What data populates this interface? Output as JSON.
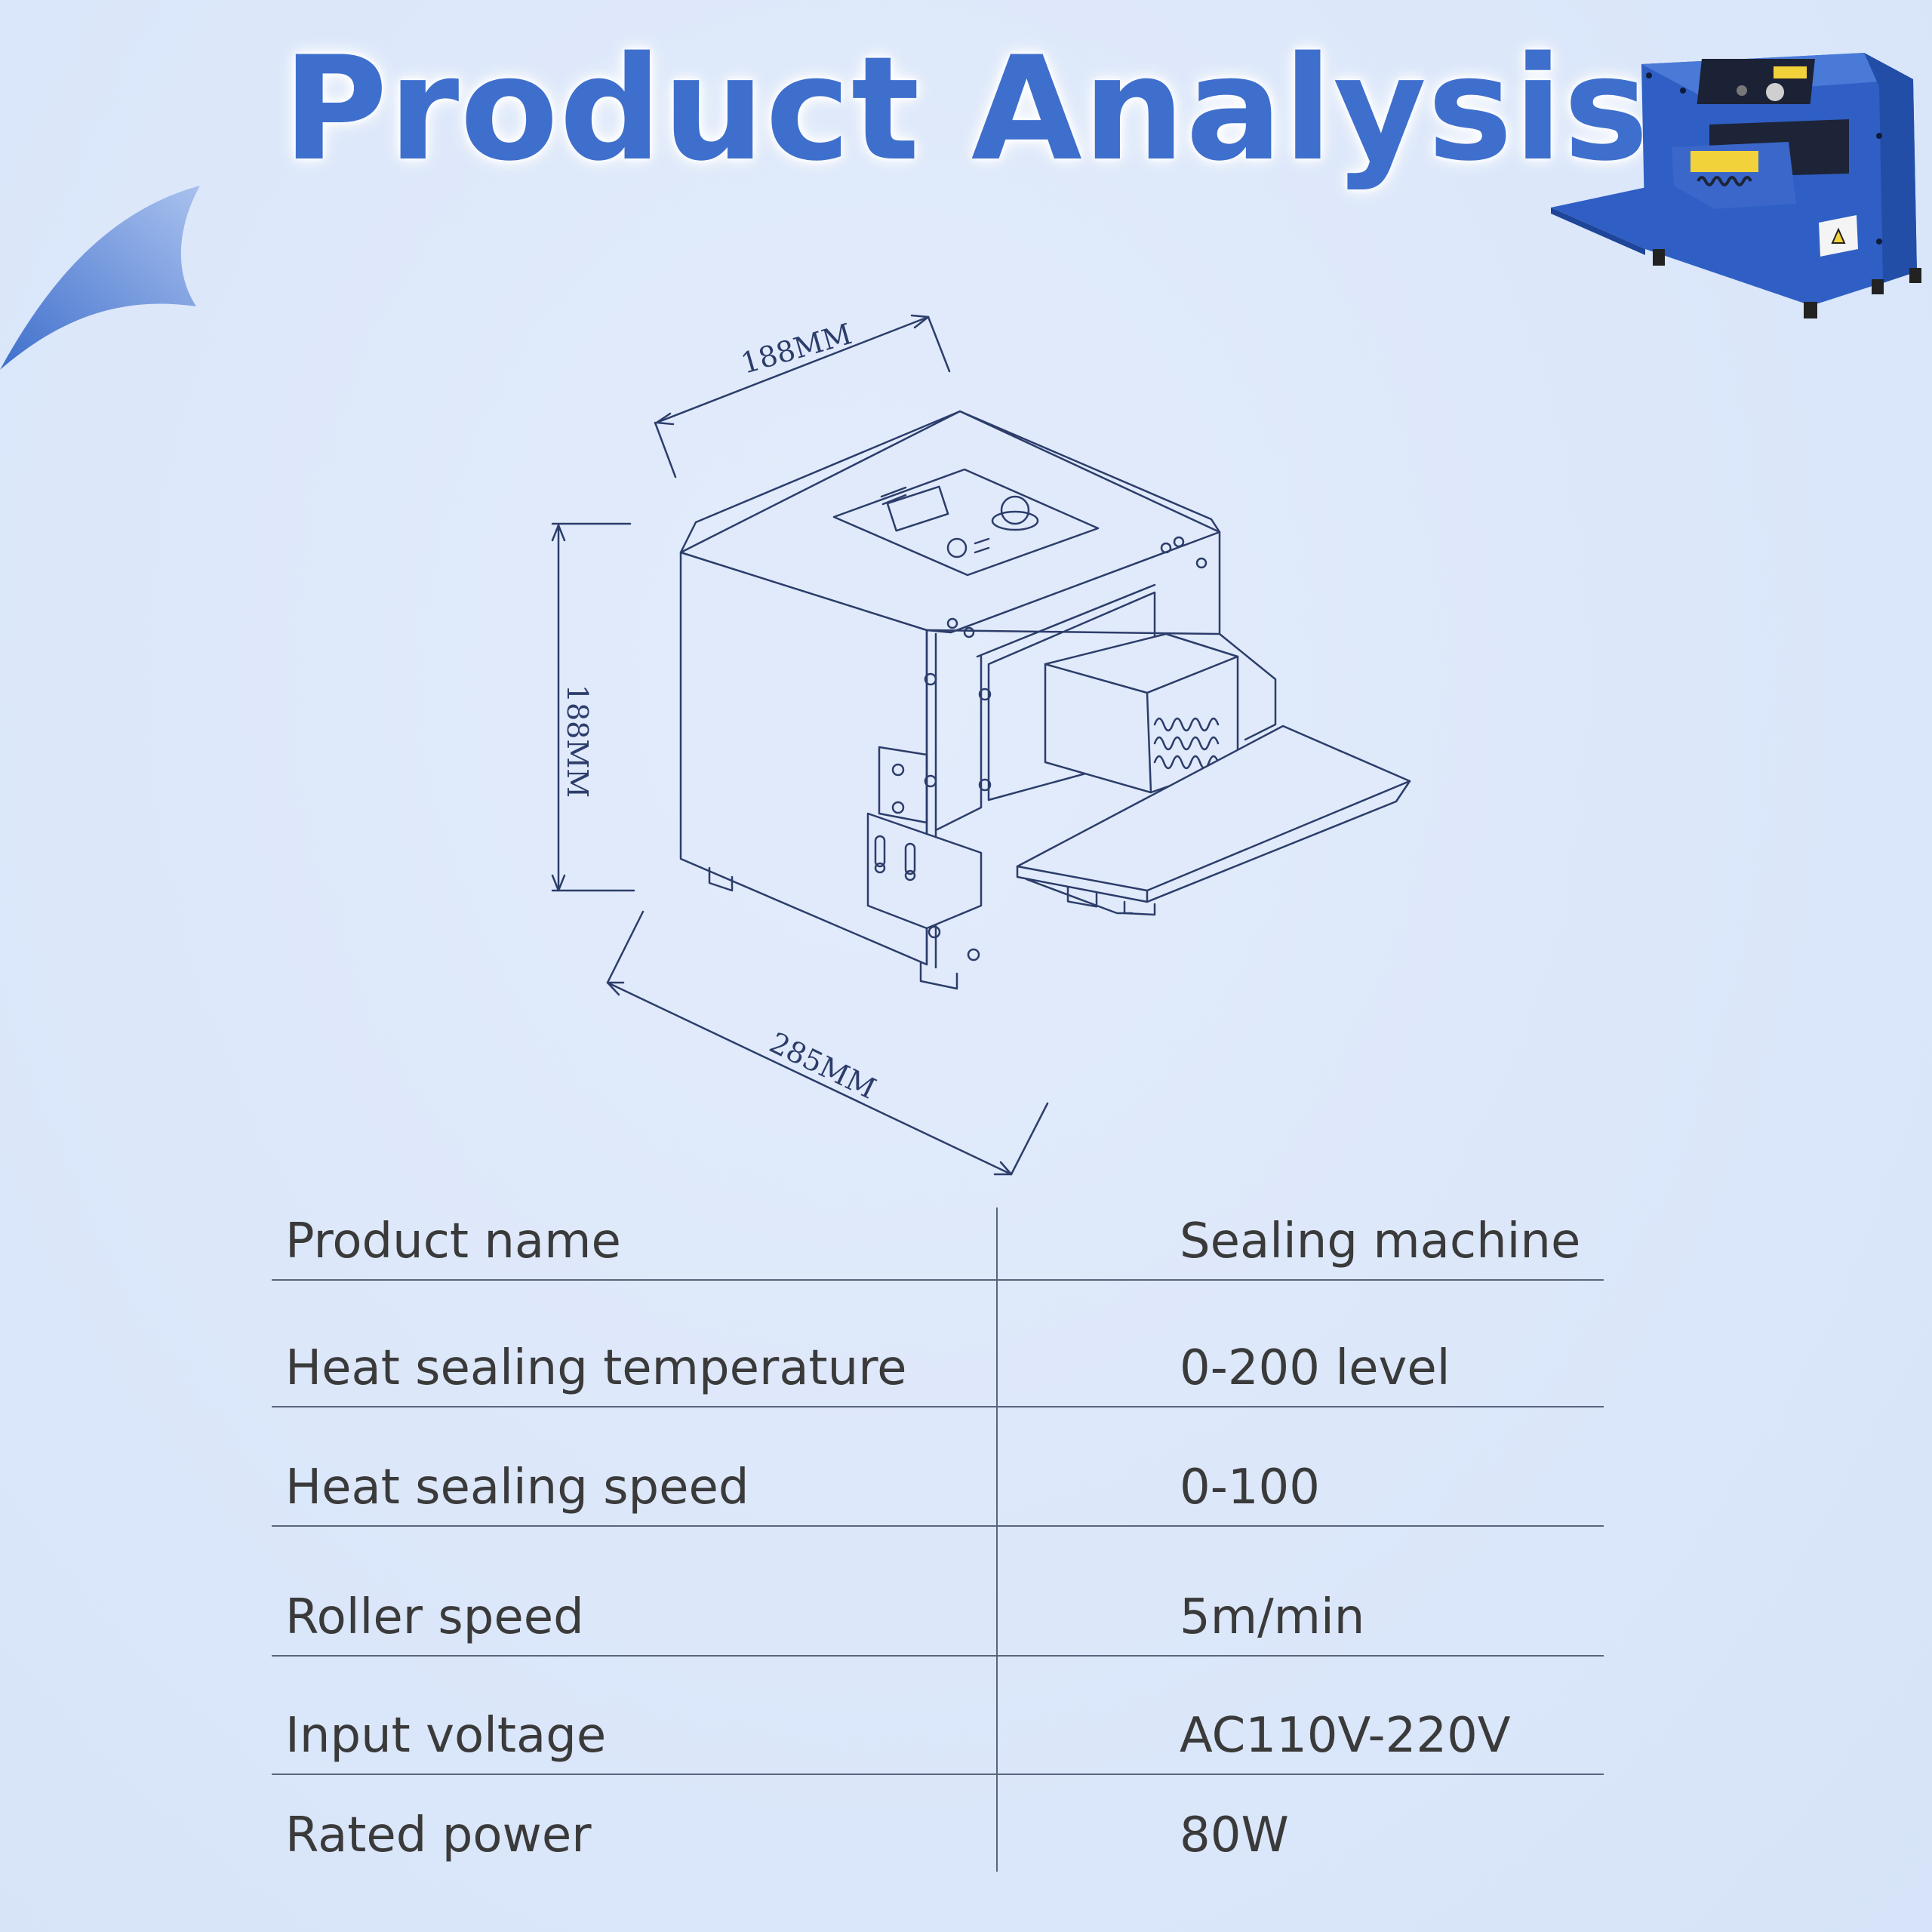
{
  "page": {
    "title": "Product Analysis"
  },
  "drawing": {
    "dim_top": "188MM",
    "dim_side": "188MM",
    "dim_bottom": "285MM"
  },
  "specs": [
    {
      "label": "Product name",
      "value": "Sealing machine"
    },
    {
      "label": "Heat sealing temperature",
      "value": "0-200 level"
    },
    {
      "label": "Heat sealing speed",
      "value": "0-100"
    },
    {
      "label": "Roller speed",
      "value": "5m/min"
    },
    {
      "label": "Input voltage",
      "value": "AC110V-220V"
    },
    {
      "label": "Rated power",
      "value": "80W"
    }
  ],
  "colors": {
    "title": "#3f6fcc",
    "machine_blue": "#2f5fc4",
    "line_art": "#2c3d6b",
    "table_text": "#3a3a3a"
  }
}
